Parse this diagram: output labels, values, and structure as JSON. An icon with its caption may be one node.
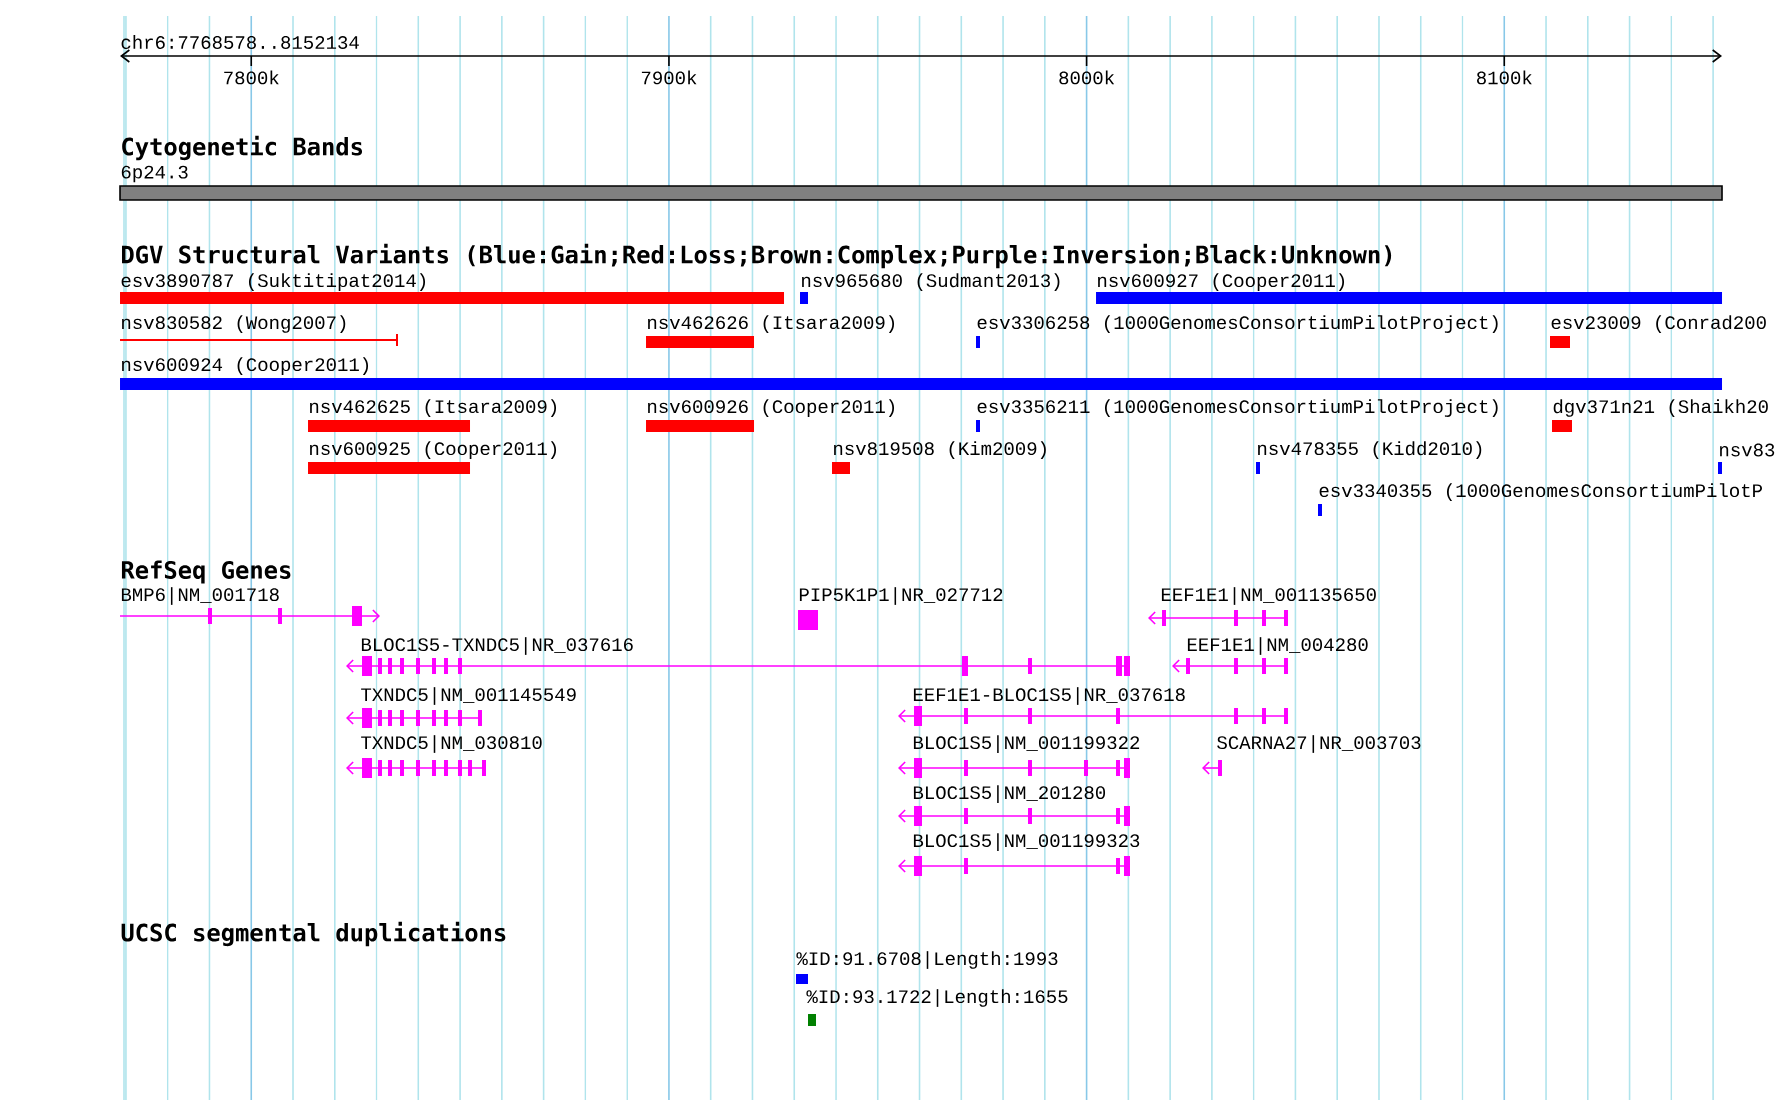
{
  "diagram": {
    "labels": [
      "chr6:7768578..8152134",
      "7800k",
      "7900k",
      "8000k",
      "8100k",
      "Cytogenetic Bands",
      "6p24.3",
      "DGV Structural Variants (Blue:Gain;Red:Loss;Brown:Complex;Purple:Inversion;Black:Unknown)",
      "esv3890787 (Suktitipat2014)",
      "nsv965680 (Sudmant2013)",
      "nsv600927 (Cooper2011)",
      "nsv830582 (Wong2007)",
      "nsv462626 (Itsara2009)",
      "esv3306258 (1000GenomesConsortiumPilotProject)",
      "esv23009 (Conrad200",
      "nsv600924 (Cooper2011)",
      "nsv462625 (Itsara2009)",
      "nsv600926 (Cooper2011)",
      "esv3356211 (1000GenomesConsortiumPilotProject)",
      "dgv371n21 (Shaikh20",
      "nsv600925 (Cooper2011)",
      "nsv819508 (Kim2009)",
      "nsv478355 (Kidd2010)",
      "nsv83",
      "esv3340355 (1000GenomesConsortiumPilotP",
      "RefSeq Genes",
      "BMP6|NM_001718",
      "PIP5K1P1|NR_027712",
      "EEF1E1|NM_001135650",
      "BLOC1S5-TXNDC5|NR_037616",
      "EEF1E1|NM_004280",
      "TXNDC5|NM_001145549",
      "EEF1E1-BLOC1S5|NR_037618",
      "TXNDC5|NM_030810",
      "BLOC1S5|NM_001199322",
      "SCARNA27|NR_003703",
      "BLOC1S5|NM_201280",
      "BLOC1S5|NM_001199323",
      "UCSC segmental duplications",
      "%ID:91.6708|Length:1993",
      "%ID:93.1722|Length:1655"
    ]
  }
}
